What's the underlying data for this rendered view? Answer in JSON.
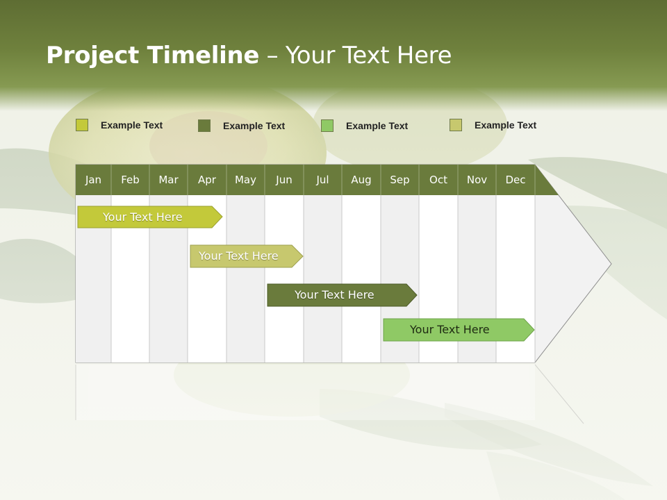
{
  "title": {
    "bold": "Project Timeline",
    "rest": " – Your Text Here"
  },
  "legend": [
    {
      "label": "Example Text",
      "color": "#c3c93a"
    },
    {
      "label": "Example Text",
      "color": "#6a7b3c"
    },
    {
      "label": "Example Text",
      "color": "#8fc965"
    },
    {
      "label": "Example Text",
      "color": "#c7c86e"
    }
  ],
  "months": [
    "Jan",
    "Feb",
    "Mar",
    "Apr",
    "May",
    "Jun",
    "Jul",
    "Aug",
    "Sep",
    "Oct",
    "Nov",
    "Dec"
  ],
  "colors": {
    "header": "#6f813d",
    "month_bar": "#6a7b3c",
    "stripe_dark": "#f0f0f0",
    "stripe_light": "#ffffff"
  },
  "tasks": [
    {
      "label": "Your  Text Here",
      "color": "#c3c93a"
    },
    {
      "label": "Your  Text Here",
      "color": "#c7c86e"
    },
    {
      "label": "Your  Text Here",
      "color": "#6a7b3c"
    },
    {
      "label": "Your  Text Here",
      "color": "#8fc965"
    }
  ]
}
